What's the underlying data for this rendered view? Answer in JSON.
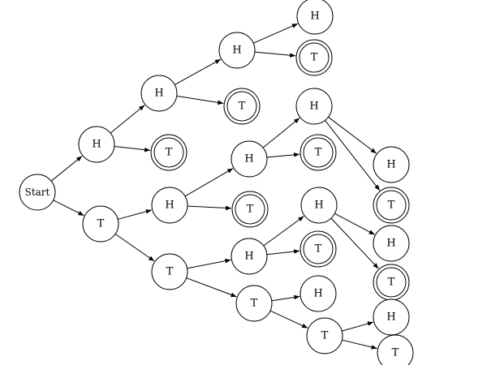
{
  "diagram": {
    "nodes": [
      {
        "id": "start",
        "label": "Start",
        "accepting": false
      },
      {
        "id": "h1",
        "label": "H",
        "accepting": false
      },
      {
        "id": "t1",
        "label": "T",
        "accepting": false
      },
      {
        "id": "hh",
        "label": "H",
        "accepting": false
      },
      {
        "id": "ht",
        "label": "T",
        "accepting": true
      },
      {
        "id": "th",
        "label": "H",
        "accepting": false
      },
      {
        "id": "tt",
        "label": "T",
        "accepting": false
      },
      {
        "id": "hhh",
        "label": "H",
        "accepting": false
      },
      {
        "id": "hht",
        "label": "T",
        "accepting": true
      },
      {
        "id": "thh",
        "label": "H",
        "accepting": false
      },
      {
        "id": "tht",
        "label": "T",
        "accepting": true
      },
      {
        "id": "tth",
        "label": "H",
        "accepting": false
      },
      {
        "id": "ttt",
        "label": "T",
        "accepting": false
      },
      {
        "id": "hhhh",
        "label": "H",
        "accepting": false
      },
      {
        "id": "hhht",
        "label": "T",
        "accepting": true
      },
      {
        "id": "thhh",
        "label": "H",
        "accepting": false
      },
      {
        "id": "thht",
        "label": "T",
        "accepting": true
      },
      {
        "id": "tthh",
        "label": "H",
        "accepting": false
      },
      {
        "id": "ttht",
        "label": "T",
        "accepting": true
      },
      {
        "id": "ttth",
        "label": "H",
        "accepting": false
      },
      {
        "id": "tttt",
        "label": "T",
        "accepting": false
      },
      {
        "id": "tthhh",
        "label": "H",
        "accepting": false
      },
      {
        "id": "tthht",
        "label": "T",
        "accepting": true
      },
      {
        "id": "ttthh",
        "label": "H",
        "accepting": false
      },
      {
        "id": "ttthht",
        "label": "T",
        "accepting": true
      },
      {
        "id": "ttttt_h",
        "label": "H",
        "accepting": false
      },
      {
        "id": "ttttt_t",
        "label": "T",
        "accepting": false
      }
    ],
    "edges": [
      [
        "start",
        "h1"
      ],
      [
        "start",
        "t1"
      ],
      [
        "h1",
        "hh"
      ],
      [
        "h1",
        "ht"
      ],
      [
        "t1",
        "th"
      ],
      [
        "t1",
        "tt"
      ],
      [
        "hh",
        "hhh"
      ],
      [
        "hh",
        "hht"
      ],
      [
        "th",
        "thh"
      ],
      [
        "th",
        "tht"
      ],
      [
        "tt",
        "tth"
      ],
      [
        "tt",
        "ttt"
      ],
      [
        "hhh",
        "hhhh"
      ],
      [
        "hhh",
        "hhht"
      ],
      [
        "thh",
        "thhh"
      ],
      [
        "thh",
        "thht"
      ],
      [
        "tth",
        "tthh"
      ],
      [
        "tth",
        "ttht"
      ],
      [
        "ttt",
        "ttth"
      ],
      [
        "ttt",
        "tttt"
      ],
      [
        "thhh",
        "tthhh"
      ],
      [
        "thhh",
        "tthht"
      ],
      [
        "tthh",
        "ttthh"
      ],
      [
        "tthh",
        "ttthht"
      ],
      [
        "tttt",
        "ttttt_h"
      ],
      [
        "tttt",
        "ttttt_t"
      ]
    ]
  }
}
